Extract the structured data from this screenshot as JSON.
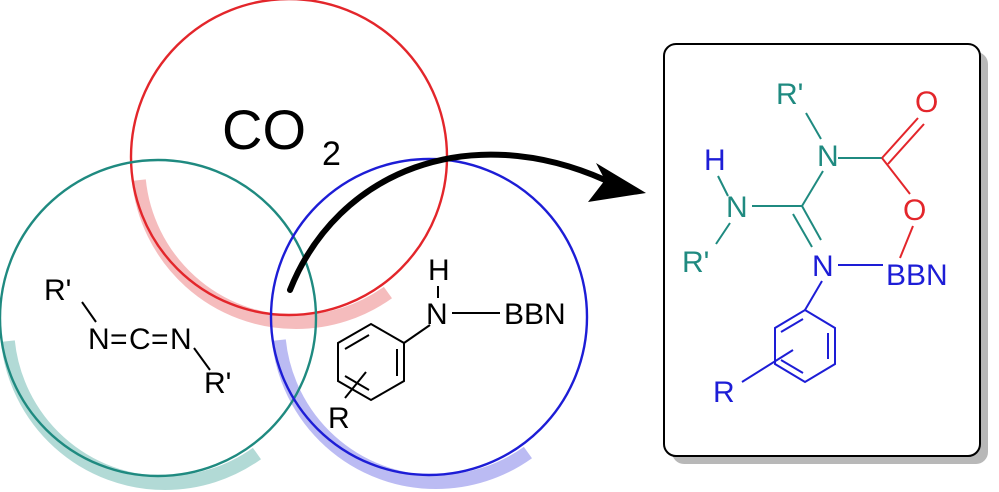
{
  "colors": {
    "co2_circle": "#e3262b",
    "carbodiimide_circle": "#1f8a80",
    "aminoborane_circle": "#1d1dd6",
    "product_teal": "#1f8a80",
    "product_blue": "#1d1dd6",
    "product_red": "#e3262b",
    "arrow": "#000000"
  },
  "co2": {
    "main": "CO",
    "subscript": "2"
  },
  "carbodiimide": {
    "r_top": "R'",
    "n_left": "N",
    "eq1": "=",
    "c": "C",
    "eq2": "=",
    "n_right": "N",
    "r_bottom": "R'"
  },
  "aminoborane": {
    "h": "H",
    "n": "N",
    "bbn": "BBN",
    "r": "R"
  },
  "product": {
    "r_top": "R'",
    "n_top": "N",
    "o_carbonyl": "O",
    "h": "H",
    "n_amine": "N",
    "o_ring": "O",
    "r_left": "R'",
    "n_imine": "N",
    "bbn": "BBN",
    "r_aryl": "R"
  }
}
